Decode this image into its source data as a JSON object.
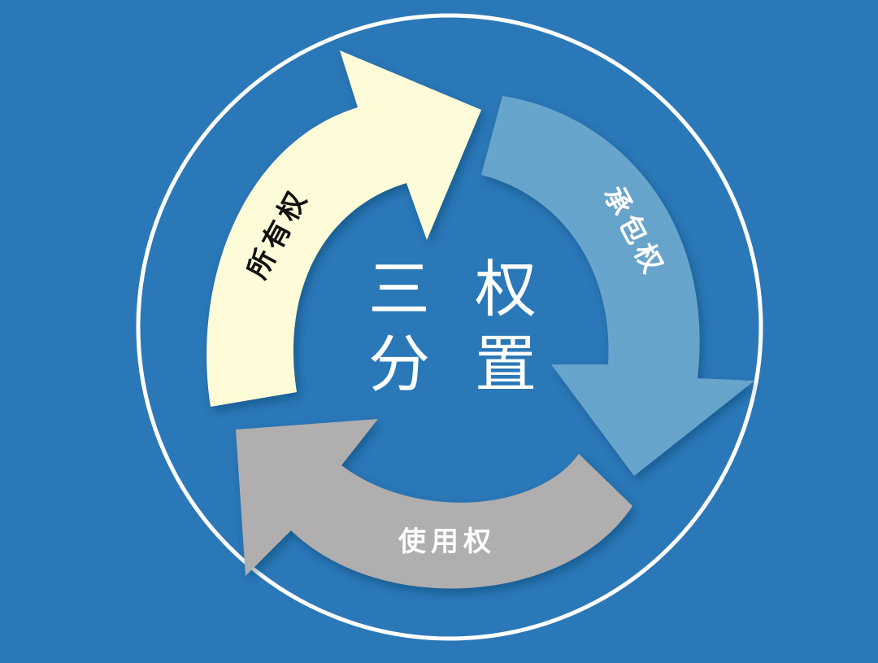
{
  "diagram": {
    "center": {
      "chars": [
        "三",
        "权",
        "分",
        "置"
      ]
    },
    "arrows": [
      {
        "label": "所有权",
        "color": "#fdfbd8",
        "text_color": "#111111"
      },
      {
        "label": "承包权",
        "color": "#6aa8cf",
        "text_color": "#ffffff"
      },
      {
        "label": "使用权",
        "color": "#b0aeae",
        "text_color": "#ffffff"
      }
    ],
    "colors": {
      "background": "#2b78b8",
      "ring": "#ffffff"
    }
  }
}
